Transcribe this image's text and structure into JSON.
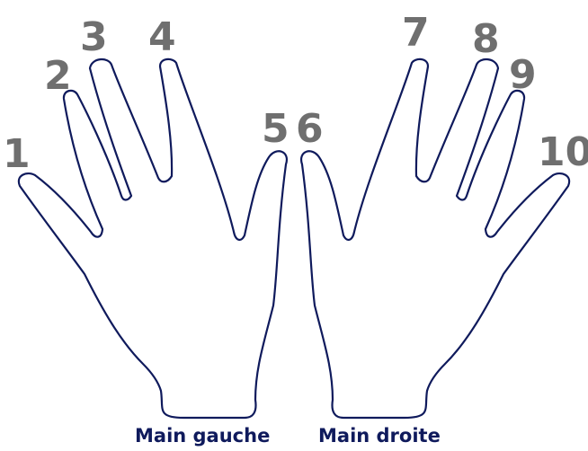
{
  "fingers": [
    "1",
    "2",
    "3",
    "4",
    "5",
    "6",
    "7",
    "8",
    "9",
    "10"
  ],
  "hands": {
    "left_label": "Main gauche",
    "right_label": "Main droite"
  },
  "colors": {
    "outline": "#0f1a5c",
    "numbers": "#6f6f6f",
    "labels": "#0f1a5c"
  }
}
